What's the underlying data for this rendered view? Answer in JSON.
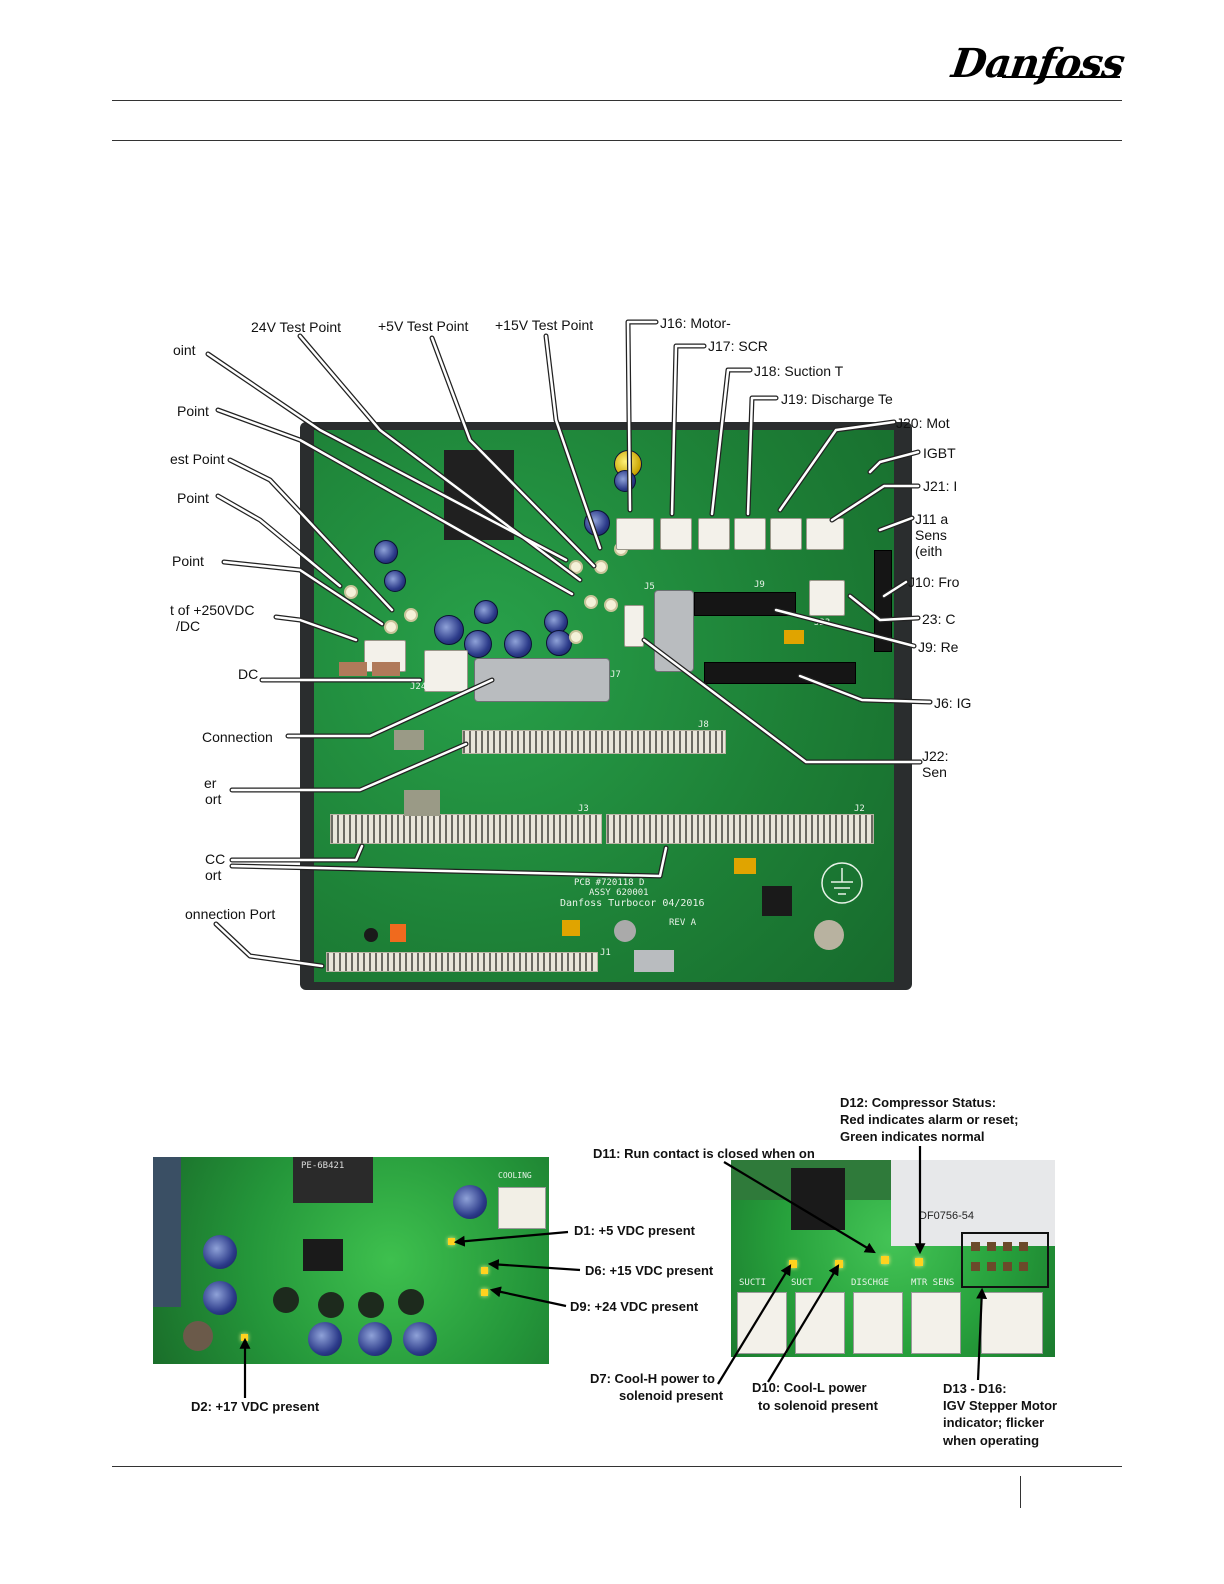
{
  "header": {
    "logo_text": "Danfoss"
  },
  "figure1": {
    "labels_left": {
      "oint": "oint",
      "point1": "Point",
      "est_point": "est Point",
      "point2": "Point",
      "point3": "Point",
      "t_of_250": "t of +250VDC",
      "dc_slash": "/DC",
      "dc": "DC",
      "connection": "Connection",
      "er": "er",
      "ort1": "ort",
      "cc": "CC",
      "ort2": "ort",
      "onnection_port": "onnection Port"
    },
    "labels_top": {
      "tp24": "24V Test Point",
      "tp5": "+5V Test Point",
      "tp15": "+15V Test Point"
    },
    "labels_right": {
      "j16": "J16: Motor-",
      "j17": "J17: SCR",
      "j18": "J18: Suction T",
      "j19": "J19: Discharge Te",
      "j20": "J20: Mot",
      "igbt": "IGBT",
      "j21": "J21: I",
      "j11a": "J11 a",
      "sens": "Sens",
      "eith": "(eith",
      "j10": "J10: Fro",
      "c23": "23: C",
      "j9": "J9: Re",
      "j6": "J6: IG",
      "j22": "J22:",
      "sen": "Sen"
    },
    "silkscreen": {
      "pcb": "PCB #720118 D",
      "assy": "ASSY 620001",
      "maker": "Danfoss Turbocor 04/2016",
      "j1": "J1",
      "j2": "J2",
      "j3": "J3",
      "j8": "J8",
      "j7": "J7",
      "j24": "J24",
      "j9": "J9",
      "j23": "J23",
      "j5": "J5",
      "rev": "REV A"
    }
  },
  "figure2": {
    "labels": {
      "d12_title": "D12: Compressor Status:",
      "d12_line2": "Red indicates alarm or reset;",
      "d12_line3": "Green indicates normal",
      "d11": "D11: Run contact is closed when on",
      "d1": "D1: +5 VDC present",
      "d6": "D6: +15 VDC present",
      "d9": "D9: +24 VDC present",
      "d2": "D2: +17 VDC present",
      "d7_line1": "D7: Cool-H power to",
      "d7_line2": "solenoid present",
      "d10_line1": "D10:  Cool-L power",
      "d10_line2": "to solenoid present",
      "d13_line1": "D13 - D16:",
      "d13_line2": "IGV Stepper Motor",
      "d13_line3": "indicator; flicker",
      "d13_line4": "when operating"
    },
    "photo_text": {
      "chip_label": "PE-6B421",
      "sticker": "DF0756-54",
      "cooling": "COOLING",
      "conn_labels": [
        "SUCTI",
        "SUCT",
        "DISCHGE",
        "MTR SENS"
      ]
    }
  },
  "colors": {
    "pcb_green": "#1f8a3b",
    "led_yellow": "#ffd21f",
    "annotation_line": "#ffffff",
    "annotation_outline": "#222222"
  }
}
